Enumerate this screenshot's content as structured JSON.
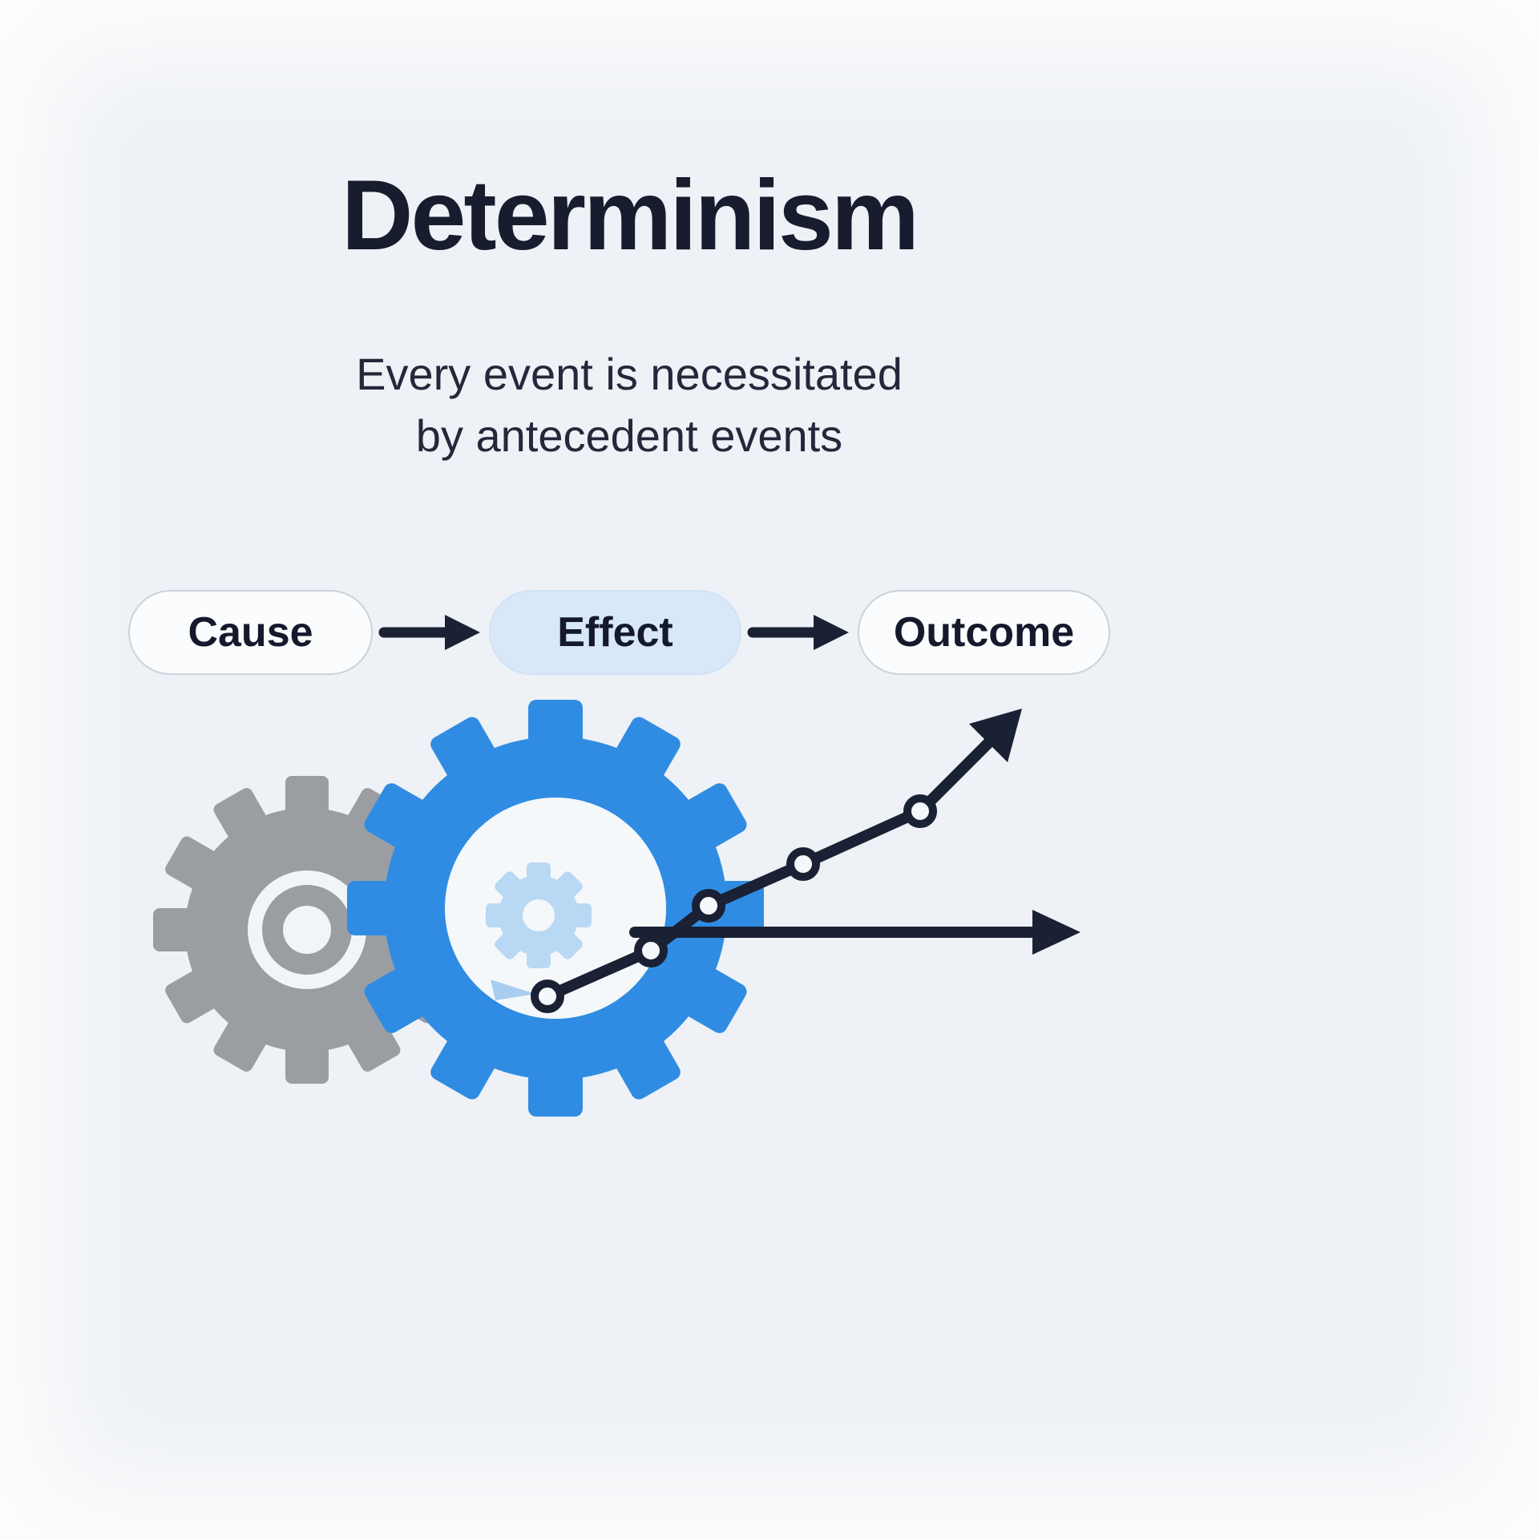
{
  "title": "Determinism",
  "subtitle": {
    "line1": "Every event is necessitated",
    "line2": "by antecedent events"
  },
  "flow": {
    "nodes": [
      {
        "label": "Cause",
        "style": "plain"
      },
      {
        "label": "Effect",
        "style": "accent"
      },
      {
        "label": "Outcome",
        "style": "plain"
      }
    ],
    "connector": "arrow-right"
  },
  "illustration": {
    "elements": [
      "gear-gray-icon",
      "gear-blue-icon",
      "gear-small-icon",
      "trend-line-icon",
      "horizontal-arrow-icon"
    ]
  },
  "colors": {
    "background": "#eef1f5",
    "text_dark": "#171c2e",
    "accent_blue": "#2f8ce2",
    "light_blue_fill": "#d8e8f8",
    "small_gear_blue": "#b9d8f3",
    "gear_gray": "#9a9ea3",
    "line_navy": "#1a2134"
  }
}
